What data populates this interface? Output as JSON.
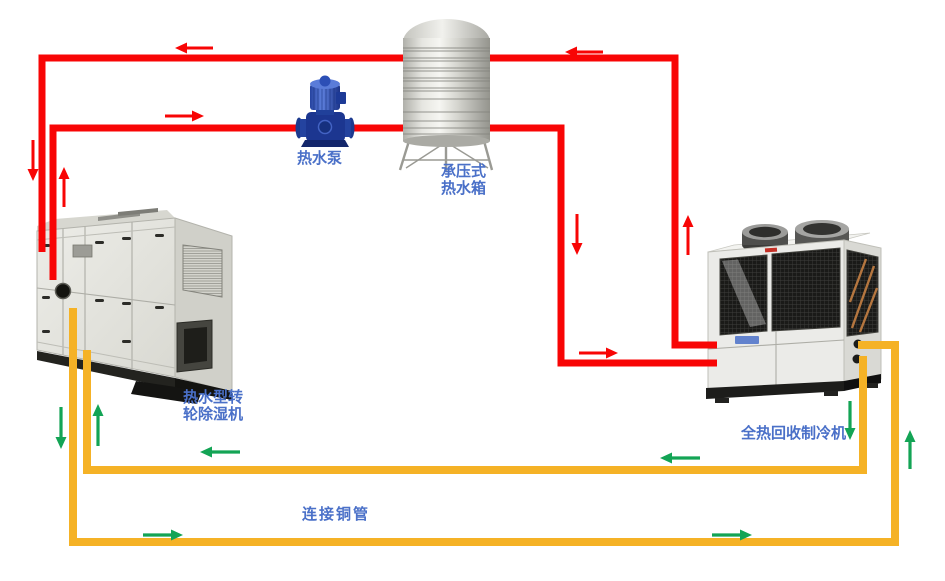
{
  "labels": {
    "pump": "热水泵",
    "tank_line1": "承压式",
    "tank_line2": "热水箱",
    "dehumidifier_line1": "热水型转",
    "dehumidifier_line2": "轮除湿机",
    "chiller": "全热回收制冷机",
    "copper_pipe": "连接铜管"
  },
  "colors": {
    "pipe_red": "#F80505",
    "pipe_yellow": "#F5B226",
    "arrow_green": "#13A455",
    "label_blue": "#4A70C8"
  }
}
